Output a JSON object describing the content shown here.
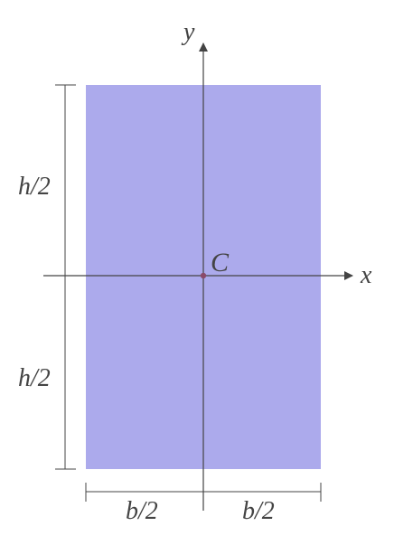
{
  "diagram": {
    "labels": {
      "y_axis": "y",
      "x_axis": "x",
      "centroid": "C",
      "half_height_top": "h/2",
      "half_height_bottom": "h/2",
      "half_width_left": "b/2",
      "half_width_right": "b/2"
    },
    "colors": {
      "section_fill": "#acaaec",
      "line": "#444444",
      "centroid_dot": "#8a4a6a"
    }
  }
}
